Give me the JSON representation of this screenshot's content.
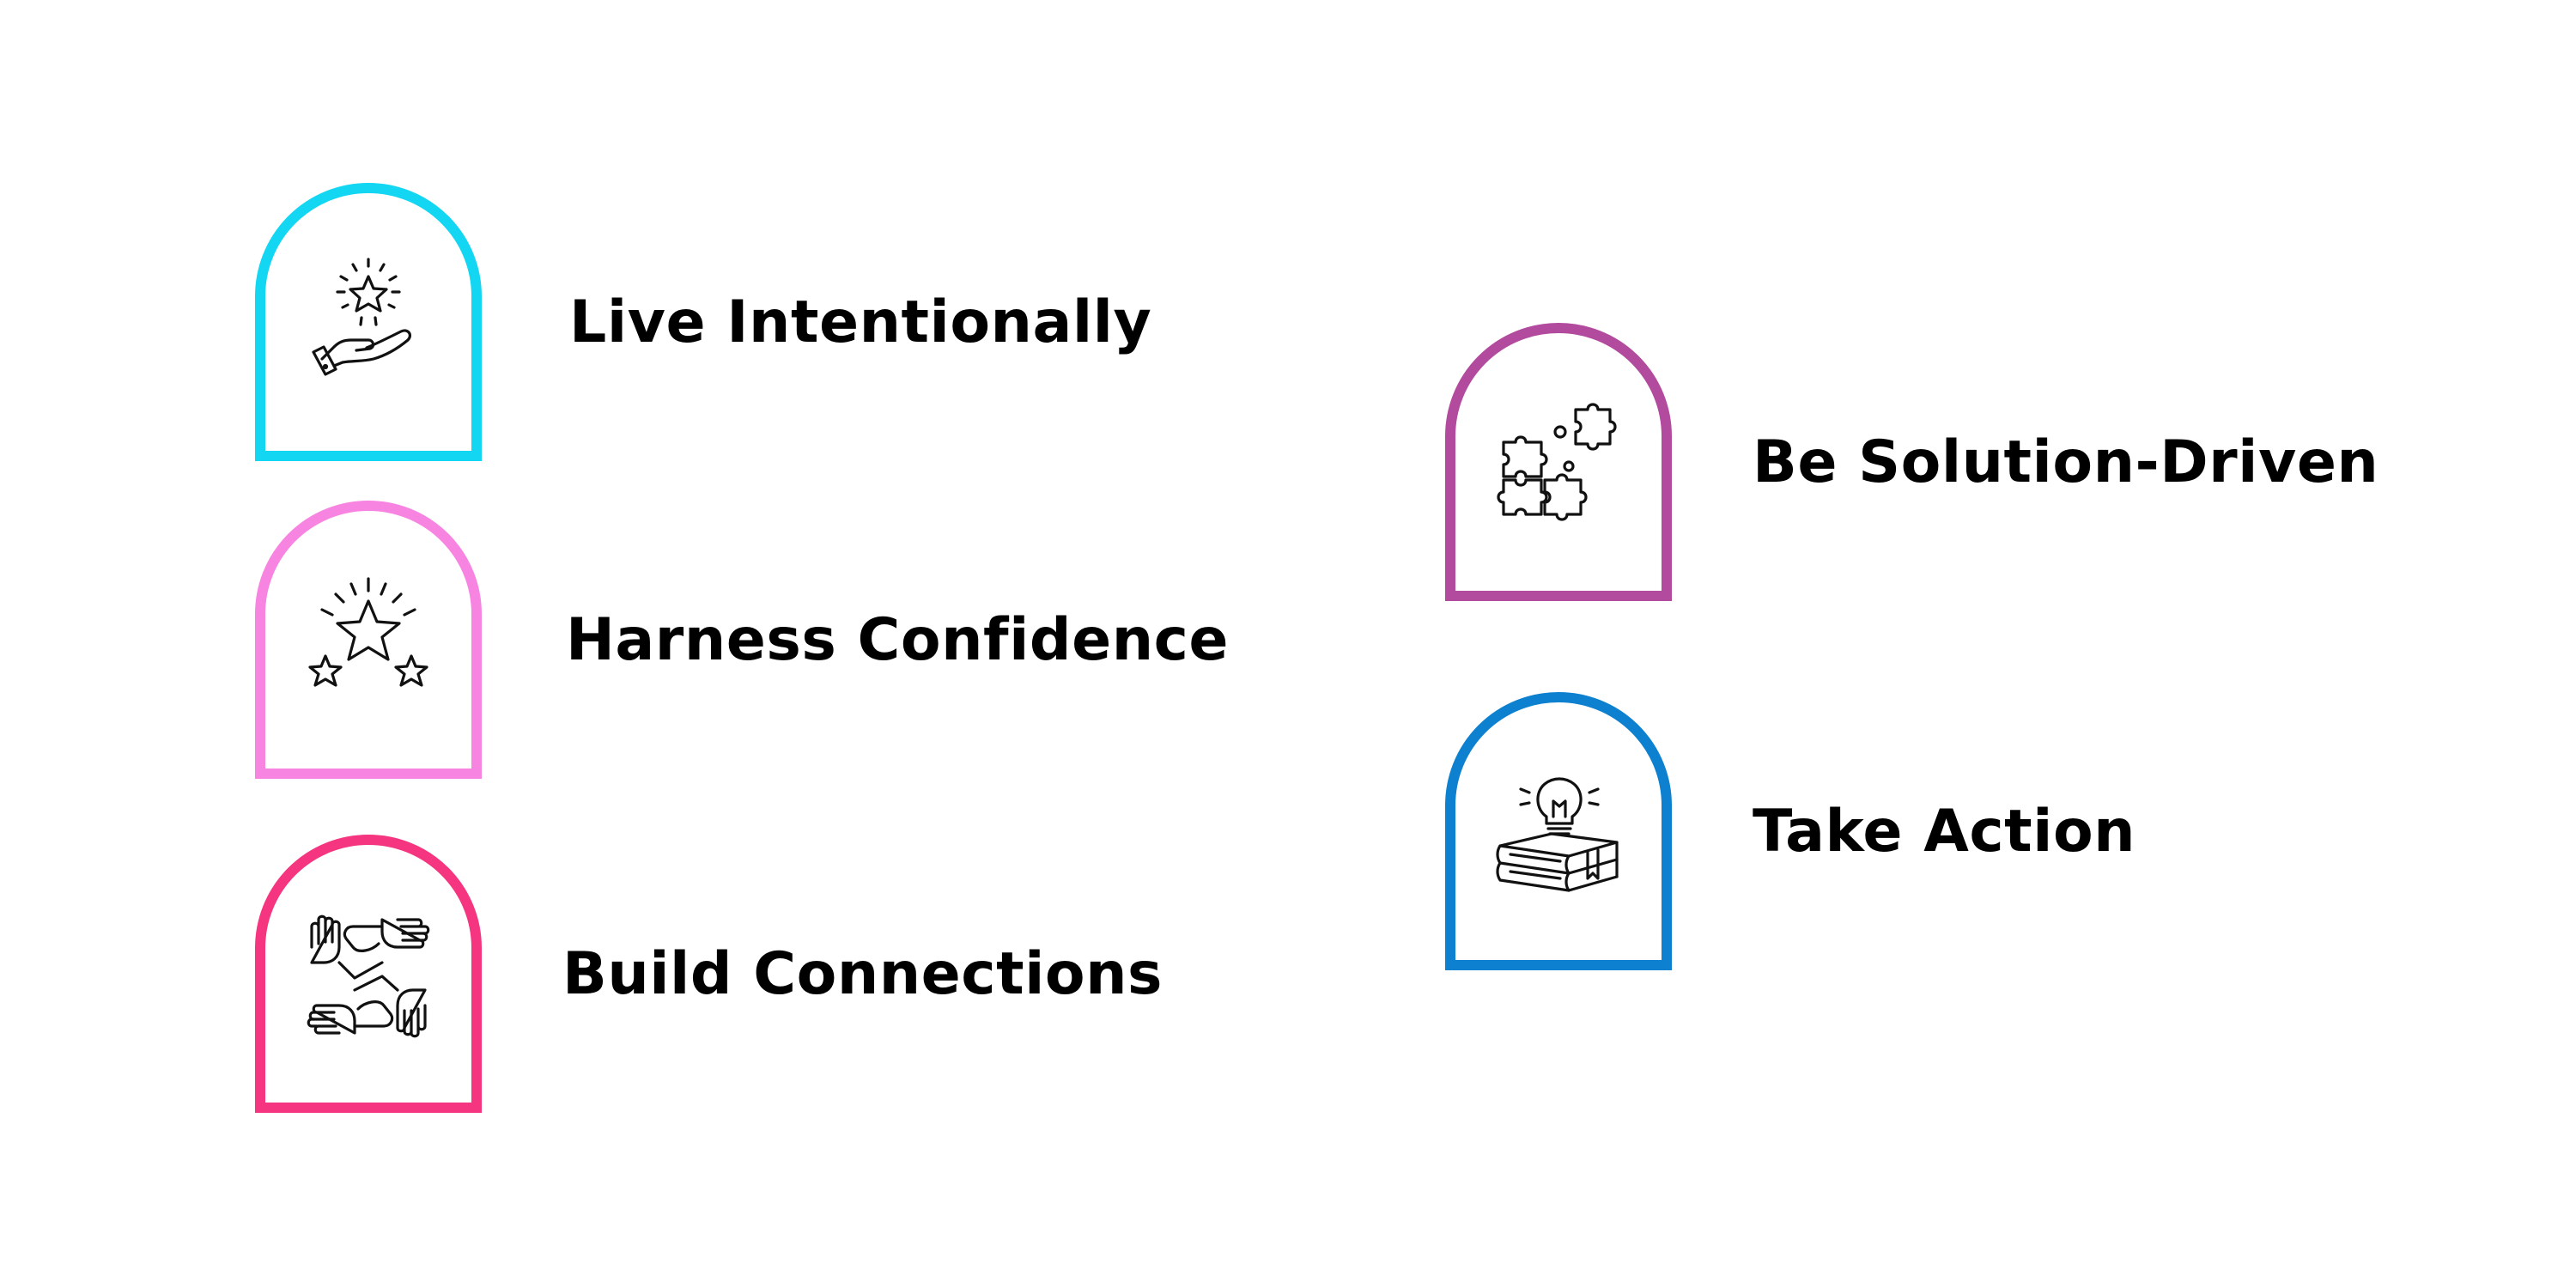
{
  "items": [
    {
      "label": "Live Intentionally",
      "icon": "hand-star-icon",
      "color": "#12d6f2"
    },
    {
      "label": "Harness Confidence",
      "icon": "stars-icon",
      "color": "#f884e2"
    },
    {
      "label": "Build Connections",
      "icon": "joined-hands-icon",
      "color": "#f5357f"
    },
    {
      "label": "Be Solution-Driven",
      "icon": "puzzle-icon",
      "color": "#b24a9e"
    },
    {
      "label": "Take Action",
      "icon": "lightbulb-books-icon",
      "color": "#0d80cf"
    }
  ]
}
